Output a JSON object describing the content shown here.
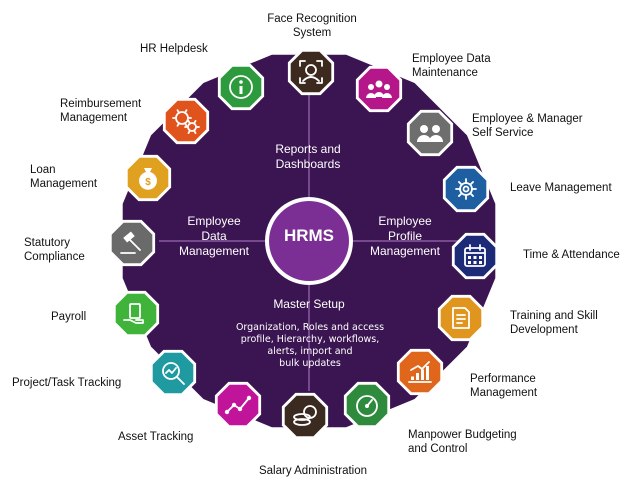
{
  "colors": {
    "main_disc": "#3b1551",
    "center": "#7b2f94",
    "divider": "#8a5aa3",
    "label": "#111111",
    "inner_text": "#ffffff"
  },
  "center": {
    "label": "HRMS"
  },
  "inner": {
    "top": "Reports and\nDashboards",
    "left": "Employee\nData\nManagement",
    "right": "Employee\nProfile\nManagement",
    "bottom_title": "Master Setup",
    "bottom_desc": "Organization, Roles and access\nprofile, Hierarchy, workflows,\nalerts, import and\nbulk updates"
  },
  "modules": [
    {
      "label": "Face Recognition\nSystem",
      "color": "#3d2a1e",
      "icon": "face-scan-icon"
    },
    {
      "label": "Employee Data\nMaintenance",
      "color": "#b5178a",
      "icon": "team-icon"
    },
    {
      "label": "Employee & Manager\nSelf Service",
      "color": "#6e6e6e",
      "icon": "people-group-icon"
    },
    {
      "label": "Leave Management",
      "color": "#1d5fa0",
      "icon": "gear-icon"
    },
    {
      "label": "Time & Attendance",
      "color": "#1c2a78",
      "icon": "calendar-icon"
    },
    {
      "label": "Training and Skill\nDevelopment",
      "color": "#e0961e",
      "icon": "document-edit-icon"
    },
    {
      "label": "Performance\nManagement",
      "color": "#e0661c",
      "icon": "growth-chart-icon"
    },
    {
      "label": "Manpower Budgeting\nand Control",
      "color": "#2e8b3e",
      "icon": "gauge-icon"
    },
    {
      "label": "Salary Administration",
      "color": "#3b2a20",
      "icon": "coins-icon"
    },
    {
      "label": "Asset Tracking",
      "color": "#c0159a",
      "icon": "trend-line-icon"
    },
    {
      "label": "Project/Task Tracking",
      "color": "#1e9aa0",
      "icon": "magnifier-chart-icon"
    },
    {
      "label": "Payroll",
      "color": "#3fb33a",
      "icon": "money-hand-icon"
    },
    {
      "label": "Statutory\nCompliance",
      "color": "#6a6a6a",
      "icon": "gavel-icon"
    },
    {
      "label": "Loan\nManagement",
      "color": "#e0a020",
      "icon": "money-bag-icon"
    },
    {
      "label": "Reimbursement\nManagement",
      "color": "#e0531c",
      "icon": "gears-icon"
    },
    {
      "label": "HR Helpdesk",
      "color": "#2e9a3e",
      "icon": "info-icon"
    }
  ]
}
